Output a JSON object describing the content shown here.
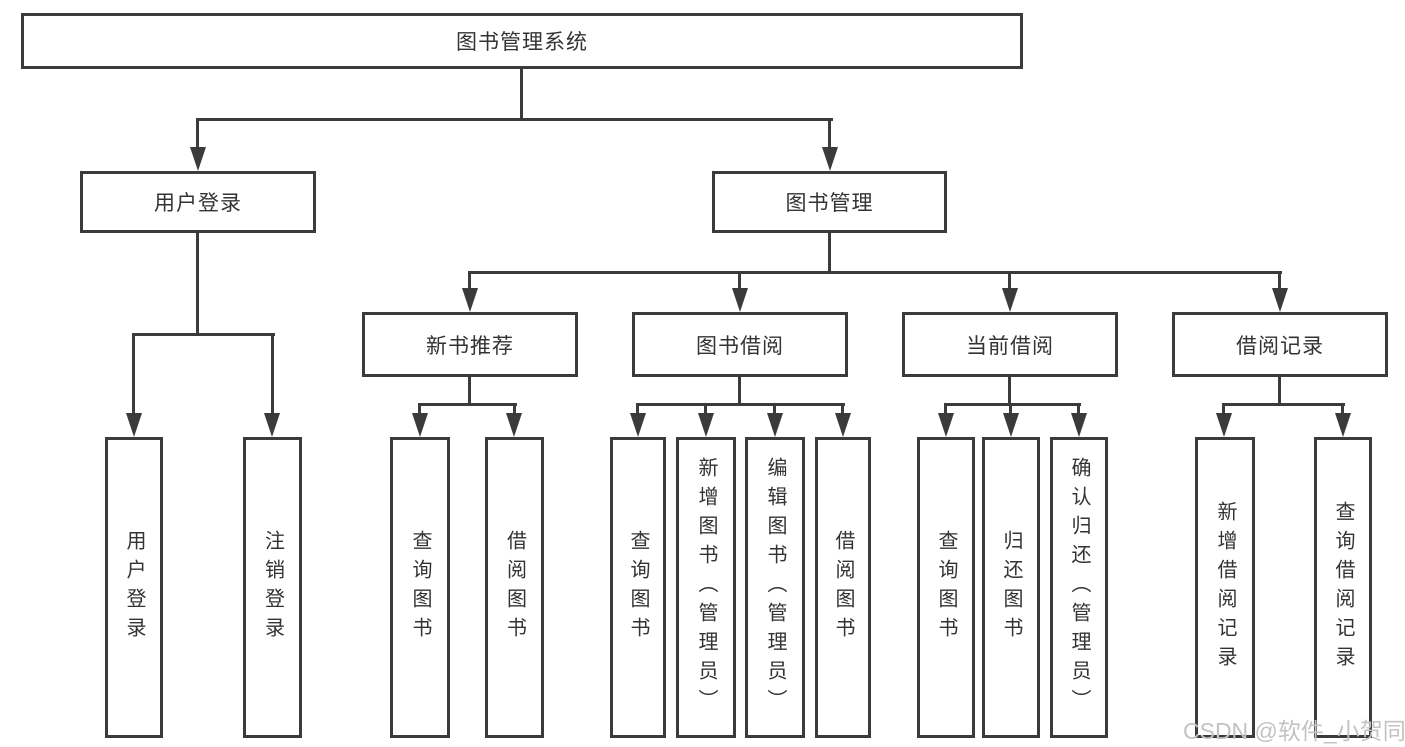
{
  "diagram": {
    "title": "图书管理系统",
    "root": {
      "label": "图书管理系统"
    },
    "level2": [
      {
        "label": "用户登录"
      },
      {
        "label": "图书管理"
      }
    ],
    "level3": [
      {
        "label": "新书推荐",
        "parent": "图书管理"
      },
      {
        "label": "图书借阅",
        "parent": "图书管理"
      },
      {
        "label": "当前借阅",
        "parent": "图书管理"
      },
      {
        "label": "借阅记录",
        "parent": "图书管理"
      }
    ],
    "leaves": [
      {
        "label": "用户登录",
        "parent": "用户登录"
      },
      {
        "label": "注销登录",
        "parent": "用户登录"
      },
      {
        "label": "查询图书",
        "parent": "新书推荐"
      },
      {
        "label": "借阅图书",
        "parent": "新书推荐"
      },
      {
        "label": "查询图书",
        "parent": "图书借阅"
      },
      {
        "label": "新增图书（管理员）",
        "parent": "图书借阅"
      },
      {
        "label": "编辑图书（管理员）",
        "parent": "图书借阅"
      },
      {
        "label": "借阅图书",
        "parent": "图书借阅"
      },
      {
        "label": "查询图书",
        "parent": "当前借阅"
      },
      {
        "label": "归还图书",
        "parent": "当前借阅"
      },
      {
        "label": "确认归还（管理员）",
        "parent": "当前借阅"
      },
      {
        "label": "新增借阅记录",
        "parent": "借阅记录"
      },
      {
        "label": "查询借阅记录",
        "parent": "借阅记录"
      }
    ]
  },
  "watermark": {
    "text": "CSDN @软件_小贺同学"
  },
  "colors": {
    "line": "#3b3b3b",
    "text": "#333333",
    "watermark": "#c3c3c3",
    "background": "#ffffff"
  }
}
